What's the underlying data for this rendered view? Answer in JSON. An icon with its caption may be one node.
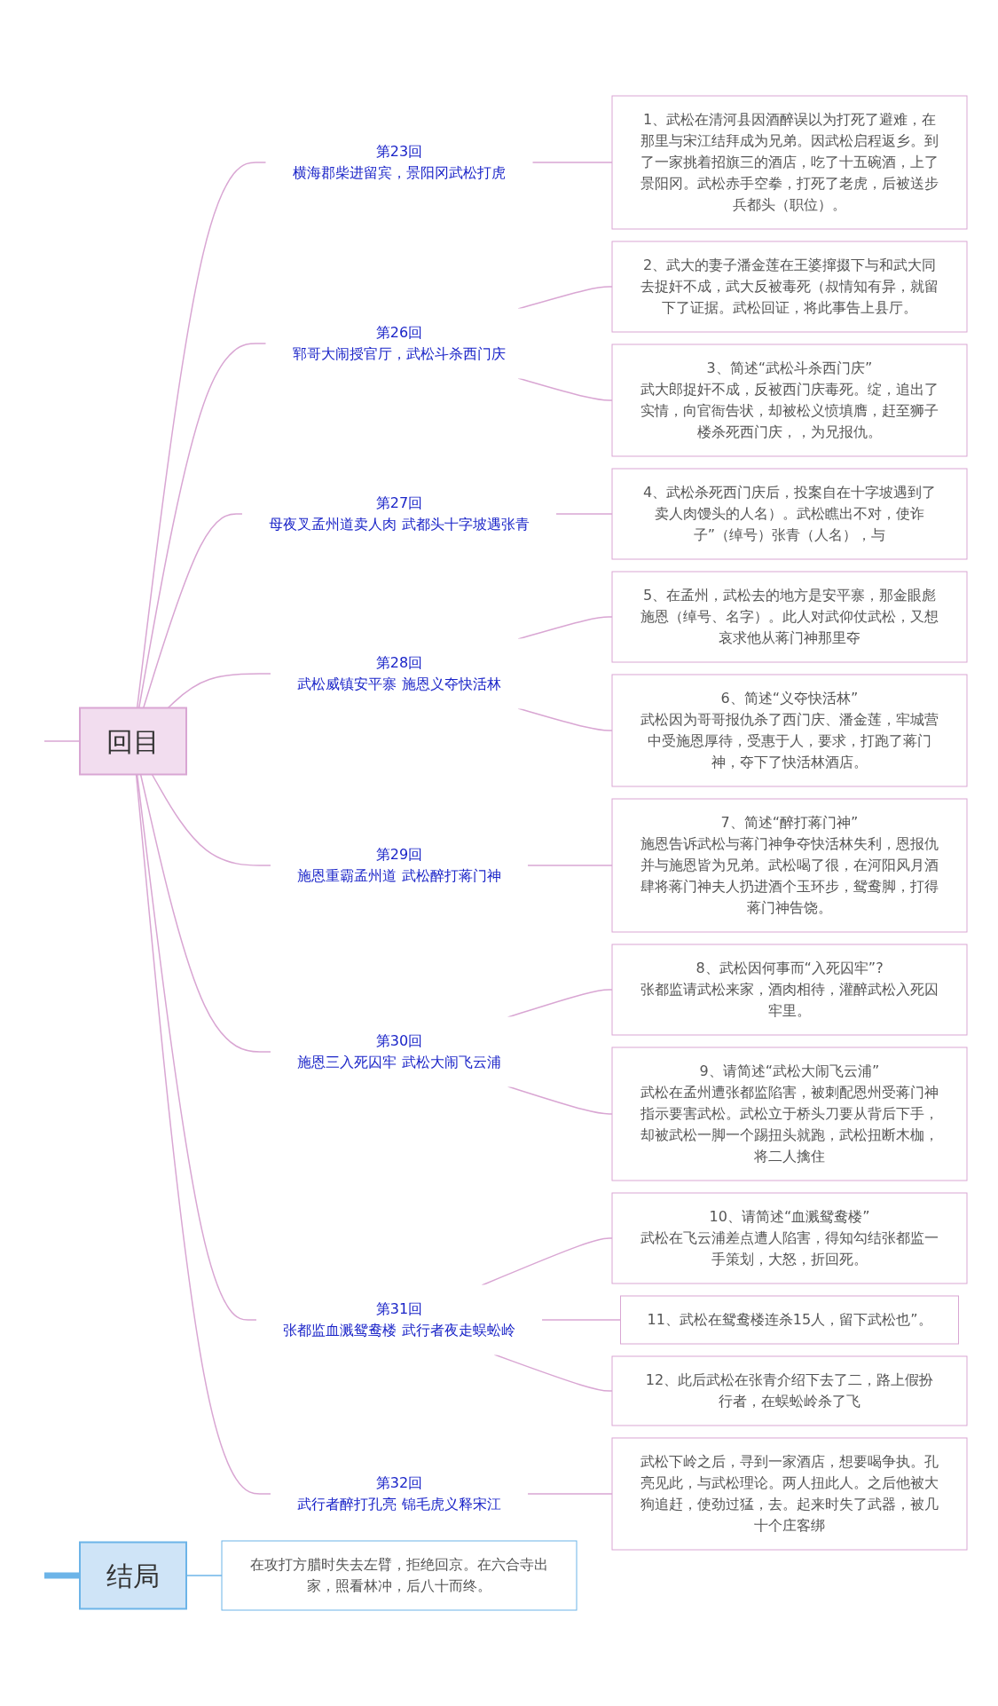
{
  "diagram": {
    "nodes": [
      {
        "text": [
          "回目"
        ]
      },
      {
        "text": [
          "第23回",
          "横海郡柴进留宾，景阳冈武松打虎"
        ]
      },
      {
        "text": [
          "1、武松在清河县因酒醉误以为打死了避难，在那里与宋江结拜成为兄弟。因武松启程返乡。到了一家挑着招旗三的酒店，吃了十五碗酒，上了景阳冈。武松赤手空拳，打死了老虎，后被送步兵都头（职位）。"
        ]
      },
      {
        "text": [
          "第26回",
          "郓哥大闹授官厅，武松斗杀西门庆"
        ]
      },
      {
        "text": [
          "2、武大的妻子潘金莲在王婆撺掇下与和武大同去捉奸不成，武大反被毒死（叔情知有异，就留下了证据。武松回证，将此事告上县厅。"
        ]
      },
      {
        "text": [
          "3、简述“武松斗杀西门庆”",
          "武大郎捉奸不成，反被西门庆毒死。绽，追出了实情，向官衙告状，却被松义愤填膺，赶至狮子楼杀死西门庆，，为兄报仇。"
        ]
      },
      {
        "text": [
          "第27回",
          "母夜叉孟州道卖人肉 武都头十字坡遇张青"
        ]
      },
      {
        "text": [
          "4、武松杀死西门庆后，投案自在十字坡遇到了卖人肉馒头的人名）。武松瞧出不对，使诈子”（绰号）张青（人名），与"
        ]
      },
      {
        "text": [
          "第28回",
          "武松威镇安平寨 施恩义夺快活林"
        ]
      },
      {
        "text": [
          "5、在孟州，武松去的地方是安平寨，那金眼彪施恩（绰号、名字）。此人对武仰仗武松，又想哀求他从蒋门神那里夺"
        ]
      },
      {
        "text": [
          "6、简述“义夺快活林”",
          "武松因为哥哥报仇杀了西门庆、潘金莲，牢城营中受施恩厚待，受惠于人，要求，打跑了蒋门神，夺下了快活林酒店。"
        ]
      },
      {
        "text": [
          "第29回",
          "施恩重霸孟州道 武松醉打蒋门神"
        ]
      },
      {
        "text": [
          "7、简述“醉打蒋门神”",
          "施恩告诉武松与蒋门神争夺快活林失利，恩报仇并与施恩皆为兄弟。武松喝了很，在河阳风月酒肆将蒋门神夫人扔进酒个玉环步，鸳鸯脚，打得蒋门神告饶。"
        ]
      },
      {
        "text": [
          "第30回",
          "施恩三入死囚牢 武松大闹飞云浦"
        ]
      },
      {
        "text": [
          "8、武松因何事而“入死囚牢”?",
          "张都监请武松来家，酒肉相待，灌醉武松入死囚牢里。"
        ]
      },
      {
        "text": [
          "9、请简述“武松大闹飞云浦”",
          "武松在孟州遭张都监陷害，被刺配恩州受蒋门神指示要害武松。武松立于桥头刀要从背后下手，却被武松一脚一个踢扭头就跑，武松扭断木枷，将二人擒住"
        ]
      },
      {
        "text": [
          "第31回",
          "张都监血溅鸳鸯楼 武行者夜走蜈蚣岭"
        ]
      },
      {
        "text": [
          "10、请简述“血溅鸳鸯楼”",
          "武松在飞云浦差点遭人陷害，得知勾结张都监一手策划，大怒，折回死。"
        ]
      },
      {
        "text": [
          "11、武松在鸳鸯楼连杀15人，留下武松也”。"
        ]
      },
      {
        "text": [
          "12、此后武松在张青介绍下去了二，路上假扮行者，在蜈蚣岭杀了飞"
        ]
      },
      {
        "text": [
          "第32回",
          "武行者醉打孔亮 锦毛虎义释宋江"
        ]
      },
      {
        "text": [
          "武松下岭之后，寻到一家酒店，想要喝争执。孔亮见此，与武松理论。两人扭此人。之后他被大狗追赶，使劲过猛，去。起来时失了武器，被几十个庄客绑"
        ]
      },
      {
        "text": [
          "结局"
        ]
      },
      {
        "text": [
          "在攻打方腊时失去左臂，拒绝回京。在六合寺出家，照看林冲，后八十而终。"
        ]
      }
    ],
    "edges": [
      {
        "from": null,
        "to": 0,
        "arrow": "none"
      },
      {
        "from": 0,
        "to": 1,
        "arrow": "none"
      },
      {
        "from": 1,
        "to": 2,
        "arrow": "none"
      },
      {
        "from": 0,
        "to": 3,
        "arrow": "none"
      },
      {
        "from": 3,
        "to": 4,
        "arrow": "none"
      },
      {
        "from": 3,
        "to": 5,
        "arrow": "none"
      },
      {
        "from": 0,
        "to": 6,
        "arrow": "none"
      },
      {
        "from": 6,
        "to": 7,
        "arrow": "none"
      },
      {
        "from": 0,
        "to": 8,
        "arrow": "none"
      },
      {
        "from": 8,
        "to": 9,
        "arrow": "none"
      },
      {
        "from": 8,
        "to": 10,
        "arrow": "none"
      },
      {
        "from": 0,
        "to": 11,
        "arrow": "none"
      },
      {
        "from": 11,
        "to": 12,
        "arrow": "none"
      },
      {
        "from": 0,
        "to": 13,
        "arrow": "none"
      },
      {
        "from": 13,
        "to": 14,
        "arrow": "none"
      },
      {
        "from": 13,
        "to": 15,
        "arrow": "none"
      },
      {
        "from": 0,
        "to": 16,
        "arrow": "none"
      },
      {
        "from": 16,
        "to": 17,
        "arrow": "none"
      },
      {
        "from": 16,
        "to": 18,
        "arrow": "none"
      },
      {
        "from": 16,
        "to": 19,
        "arrow": "none"
      },
      {
        "from": 0,
        "to": 20,
        "arrow": "none"
      },
      {
        "from": 20,
        "to": 21,
        "arrow": "none"
      },
      {
        "from": null,
        "to": 22,
        "arrow": "none",
        "color": "#6cb4e8",
        "style": "thick"
      },
      {
        "from": 22,
        "to": 23,
        "arrow": "none",
        "color": "#6cb4e8"
      }
    ]
  }
}
